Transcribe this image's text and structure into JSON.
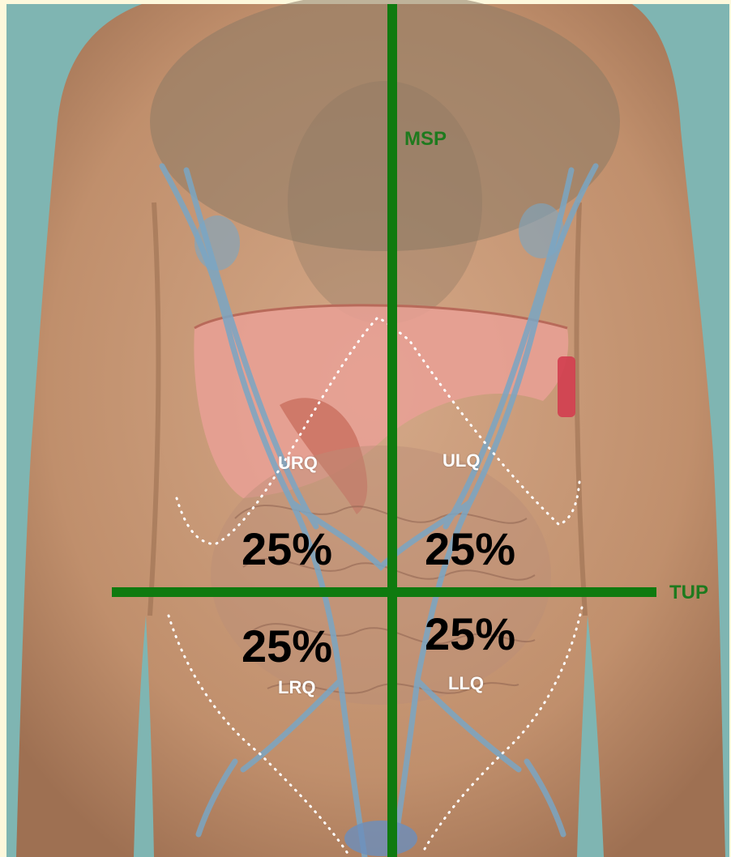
{
  "figure": {
    "axes": {
      "vertical_line_label": "MSP",
      "horizontal_line_label": "TUP",
      "line_color": "#0f7a0f"
    },
    "quadrants": {
      "upper_right": {
        "label": "URQ",
        "percent": "25%"
      },
      "upper_left": {
        "label": "ULQ",
        "percent": "25%"
      },
      "lower_right": {
        "label": "LRQ",
        "percent": "25%"
      },
      "lower_left": {
        "label": "LLQ",
        "percent": "25%"
      }
    },
    "colors": {
      "background_teal": "#7fb5b2",
      "skin": "#c99a78",
      "liver": "#e9a095",
      "spleen": "#d23d4f",
      "lymph_vessels": "#7aa6c4",
      "boundary_dots": "#ffffff"
    }
  }
}
